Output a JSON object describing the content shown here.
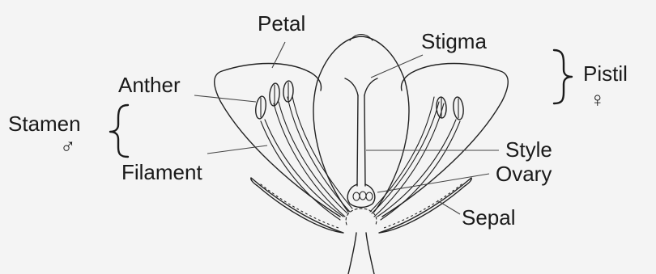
{
  "labels": {
    "petal": "Petal",
    "stigma": "Stigma",
    "pistil": "Pistil",
    "pistil_symbol": "♀",
    "anther": "Anther",
    "stamen": "Stamen",
    "stamen_symbol": "♂",
    "style": "Style",
    "filament": "Filament",
    "ovary": "Ovary",
    "sepal": "Sepal"
  }
}
